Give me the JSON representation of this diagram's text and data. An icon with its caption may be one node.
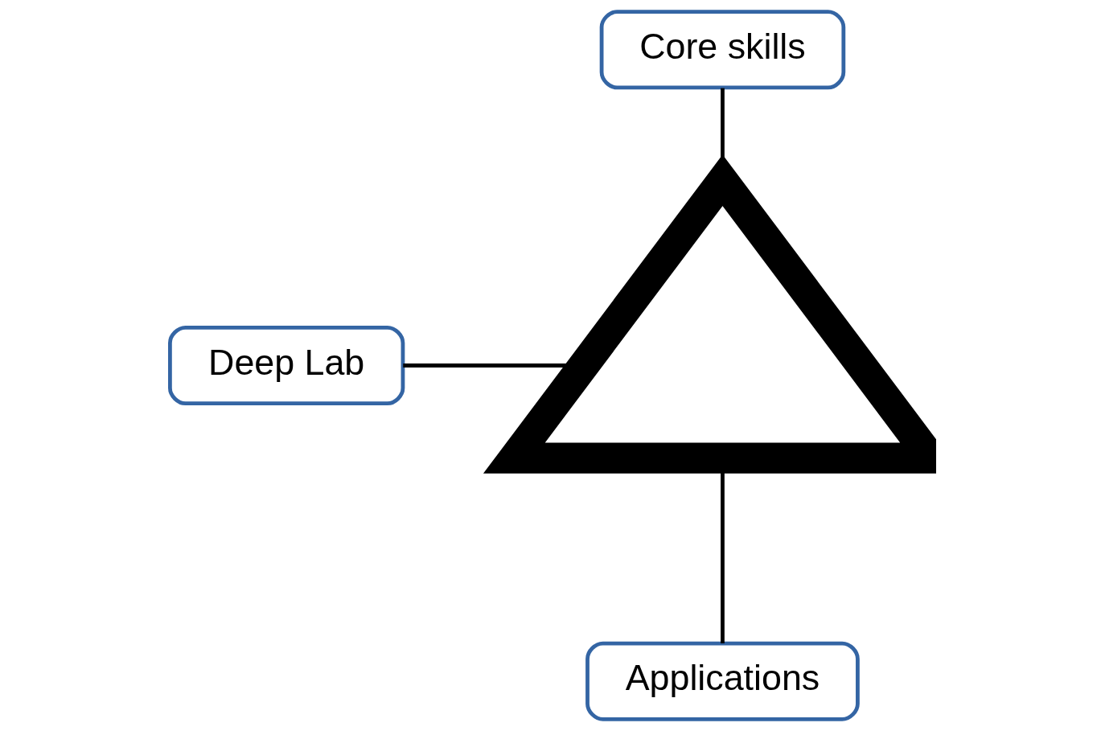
{
  "diagram": {
    "nodes": [
      {
        "text": [],
        "shape": "triangle"
      },
      {
        "text": [
          "Core skills"
        ]
      },
      {
        "text": [
          "Deep Lab"
        ]
      },
      {
        "text": [
          "Applications"
        ]
      }
    ],
    "edges": [
      {
        "from": 1,
        "to": 0,
        "arrow": "none"
      },
      {
        "from": 2,
        "to": 0,
        "arrow": "none"
      },
      {
        "from": 3,
        "to": 0,
        "arrow": "none"
      }
    ]
  }
}
